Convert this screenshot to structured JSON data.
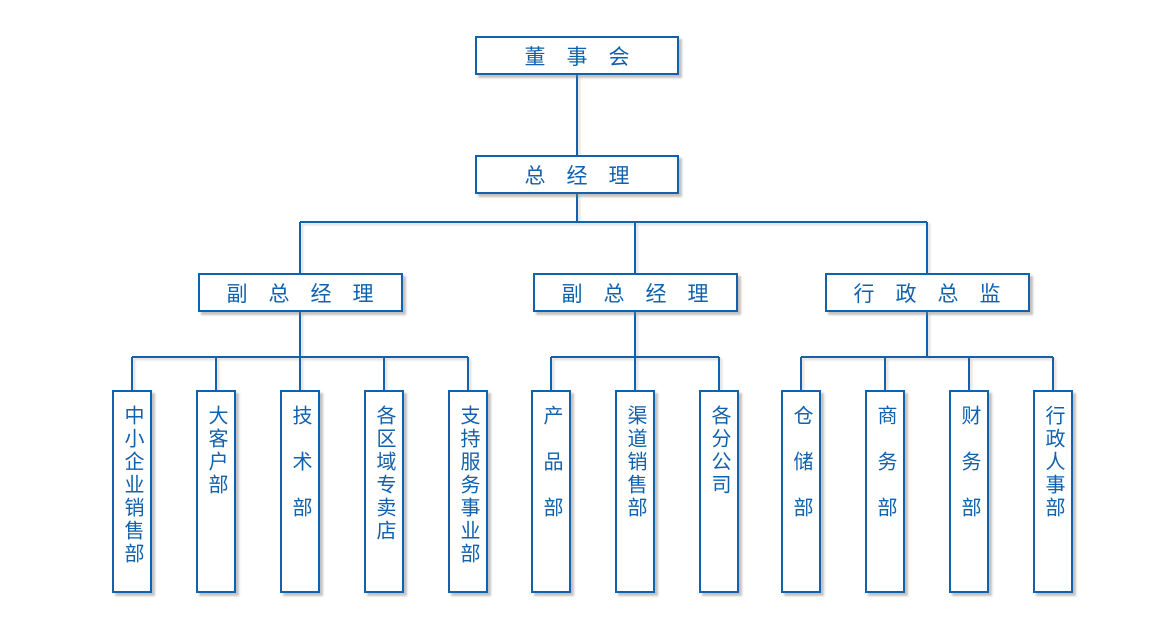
{
  "colors": {
    "primary_blue": "#1061ae",
    "box_background": "#ffffff",
    "shadow_gray": "#c9c9c9"
  },
  "org_chart": {
    "root": {
      "name": "board-of-directors",
      "label": "董　事　会"
    },
    "level2": {
      "name": "general-manager",
      "label": "总　经　理"
    },
    "groups": [
      {
        "name": "deputy-general-manager-1",
        "label": "副　总　经　理",
        "children": [
          {
            "name": "sme-sales-dept",
            "label": "中小企业销售部"
          },
          {
            "name": "key-account-dept",
            "label": "大客户部"
          },
          {
            "name": "technology-dept",
            "label": "技　术　部"
          },
          {
            "name": "regional-stores",
            "label": "各区域专卖店"
          },
          {
            "name": "support-service-division",
            "label": "支持服务事业部"
          }
        ]
      },
      {
        "name": "deputy-general-manager-2",
        "label": "副　总　经　理",
        "children": [
          {
            "name": "product-dept",
            "label": "产　品　部"
          },
          {
            "name": "channel-sales-dept",
            "label": "渠道销售部"
          },
          {
            "name": "branch-companies",
            "label": "各分公司"
          }
        ]
      },
      {
        "name": "admin-director",
        "label": "行　政　总　监",
        "children": [
          {
            "name": "warehouse-dept",
            "label": "仓　储　部"
          },
          {
            "name": "commerce-dept",
            "label": "商　务　部"
          },
          {
            "name": "finance-dept",
            "label": "财　务　部"
          },
          {
            "name": "admin-hr-dept",
            "label": "行政人事部"
          }
        ]
      }
    ]
  }
}
